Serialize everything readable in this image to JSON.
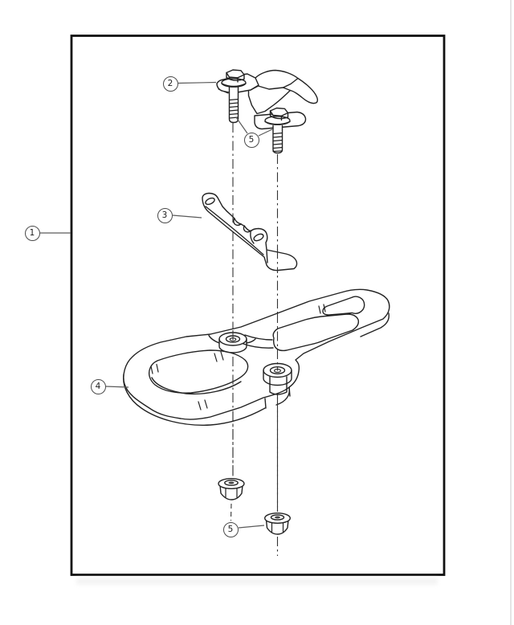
{
  "callouts": {
    "c1": "1",
    "c2": "2",
    "c3": "3",
    "c4": "4",
    "c5_top": "5",
    "c5_bottom": "5"
  },
  "colors": {
    "background": "#ffffff",
    "ink": "#222222",
    "leader": "#5a5a5a",
    "frame": "#111111"
  }
}
